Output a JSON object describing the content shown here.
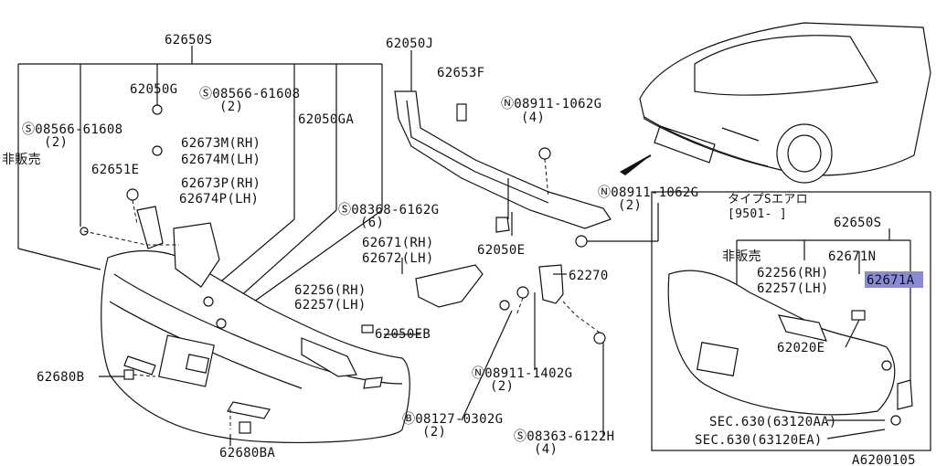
{
  "labels": {
    "bumper_assy": "62650S",
    "clip_top": "62050G",
    "screw_upper_rh": "Ⓢ08566-61608",
    "screw_upper_rh_qty": "(2)",
    "screw_upper_lh": "Ⓢ08566-61608",
    "screw_upper_lh_qty": "(2)",
    "not_for_sale": "非販売",
    "bracket_m_rh": "62673M(RH)",
    "bracket_m_lh": "62674M(LH)",
    "clip_e": "62651E",
    "bracket_p_rh": "62673P(RH)",
    "bracket_p_lh": "62674P(LH)",
    "clip_ga": "62050GA",
    "armature": "62050J",
    "rubber": "62653F",
    "nut_upper": "Ⓝ08911-1062G",
    "nut_upper_qty": "(4)",
    "nut_mid": "Ⓝ08911-1062G",
    "nut_mid_qty": "(2)",
    "screw_mid": "Ⓢ08368-6162G",
    "screw_mid_qty": "(6)",
    "bracket_rh": "62671(RH)",
    "bracket_lh": "62672(LH)",
    "clip_e2": "62050E",
    "stay": "62270",
    "grille_rh": "62256(RH)",
    "grille_lh": "62257(LH)",
    "clip_eb": "62050EB",
    "plate": "62680B",
    "nut_low": "Ⓝ08911-1402G",
    "nut_low_qty": "(2)",
    "bolt": "Ⓑ08127-0302G",
    "bolt_qty": "(2)",
    "screw_low": "Ⓢ08363-6122H",
    "screw_low_qty": "(4)",
    "plate_ba": "62680BA"
  },
  "inset": {
    "title": "タイプSエアロ",
    "date": "[9501-     ]",
    "assy": "62650S",
    "not_for_sale": "非販売",
    "part_n": "62671N",
    "grille_rh": "62256(RH)",
    "grille_lh": "62257(LH)",
    "highlighted_part": "62671A",
    "cover": "62020E",
    "sec_a": "SEC.630(63120AA)",
    "sec_b": "SEC.630(63120EA)"
  },
  "diagram_id": "A6200105",
  "colors": {
    "highlight": "#8a8ad8",
    "ink": "#111111"
  }
}
